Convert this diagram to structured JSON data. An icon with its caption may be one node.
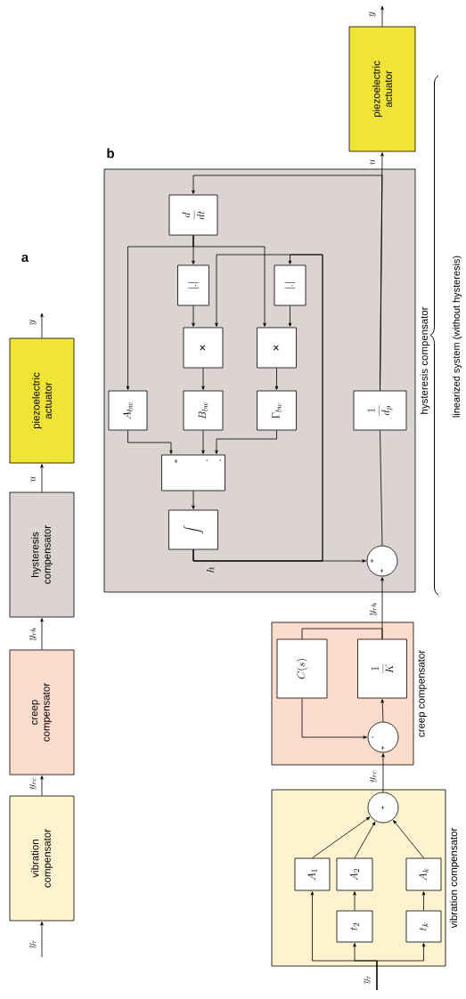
{
  "diagram": {
    "nodes": [
      {
        "text": [
          "vibration compensator"
        ]
      },
      {
        "text": [
          "creep compensator"
        ]
      },
      {
        "text": [
          "hysteresis compensator"
        ]
      },
      {
        "text": [
          "piezoelectric actuator"
        ]
      },
      {
        "text": [
          "hysteresis compensator"
        ]
      },
      {
        "text": [
          "\\frac{d}{dt}"
        ],
        "in": 4
      },
      {
        "text": [
          "|.|"
        ],
        "in": 4
      },
      {
        "text": [
          "|.|"
        ],
        "in": 4
      },
      {
        "text": [
          "×"
        ],
        "in": 4
      },
      {
        "text": [
          "×"
        ],
        "in": 4
      },
      {
        "text": [
          "A_{bw}"
        ],
        "in": 4
      },
      {
        "text": [
          "B_{bw}"
        ],
        "in": 4
      },
      {
        "text": [
          "\\Gamma_{bw}"
        ],
        "in": 4
      },
      {
        "text": [
          "+",
          "-",
          "-"
        ],
        "in": 4
      },
      {
        "text": [
          "\\int"
        ],
        "in": 4
      },
      {
        "text": [
          "\\frac{1}{d_p}"
        ],
        "in": 4
      },
      {
        "text": [
          "+",
          "+"
        ],
        "in": 4
      },
      {
        "text": [
          "piezoelectric actuator"
        ]
      },
      {
        "text": [
          "creep compensator"
        ]
      },
      {
        "text": [
          "C(s)"
        ],
        "in": 18
      },
      {
        "text": [
          "\\frac{1}{K}"
        ],
        "in": 18
      },
      {
        "text": [
          "-",
          "+"
        ],
        "in": 18
      },
      {
        "text": [
          "vibration compensator"
        ]
      },
      {
        "text": [
          "A_1"
        ],
        "in": 22
      },
      {
        "text": [
          "A_2"
        ],
        "in": 22
      },
      {
        "text": [
          "A_k"
        ],
        "in": 22
      },
      {
        "text": [
          "t_2"
        ],
        "in": 22
      },
      {
        "text": [
          "t_k"
        ],
        "in": 22
      },
      {
        "text": [
          "+"
        ],
        "in": 22
      }
    ],
    "edges": [
      {
        "from": null,
        "to": 0,
        "arrow": "to",
        "label": "y_r"
      },
      {
        "from": 0,
        "to": 1,
        "arrow": "to",
        "label": "y_{rc}"
      },
      {
        "from": 1,
        "to": 2,
        "arrow": "to",
        "label": "y_{rh}"
      },
      {
        "from": 2,
        "to": 3,
        "arrow": "to",
        "label": "u"
      },
      {
        "from": 3,
        "to": null,
        "arrow": "to",
        "label": "y"
      },
      {
        "from": null,
        "to": 23,
        "arrow": "to",
        "label": "y_r"
      },
      {
        "from": null,
        "to": 26,
        "arrow": "to"
      },
      {
        "from": null,
        "to": 27,
        "arrow": "to"
      },
      {
        "from": 26,
        "to": 24,
        "arrow": "to"
      },
      {
        "from": 27,
        "to": 25,
        "arrow": "to"
      },
      {
        "from": 23,
        "to": 28,
        "arrow": "to"
      },
      {
        "from": 24,
        "to": 28,
        "arrow": "to"
      },
      {
        "from": 25,
        "to": 28,
        "arrow": "to"
      },
      {
        "from": 28,
        "to": 21,
        "arrow": "to",
        "label": "y_{rc}"
      },
      {
        "from": 21,
        "to": 20,
        "arrow": "to"
      },
      {
        "from": 20,
        "to": 19,
        "arrow": "none"
      },
      {
        "from": 19,
        "to": 21,
        "arrow": "to"
      },
      {
        "from": 20,
        "to": 16,
        "arrow": "to",
        "label": "y_{rh}"
      },
      {
        "from": 16,
        "to": 15,
        "arrow": "none"
      },
      {
        "from": 15,
        "to": 17,
        "arrow": "to",
        "label": "u"
      },
      {
        "from": 17,
        "to": null,
        "arrow": "to",
        "label": "y"
      },
      {
        "from": 15,
        "to": 5,
        "arrow": "to"
      },
      {
        "from": 5,
        "to": 6,
        "arrow": "to"
      },
      {
        "from": 5,
        "to": 10,
        "arrow": "to"
      },
      {
        "from": 5,
        "to": 9,
        "arrow": "to"
      },
      {
        "from": 6,
        "to": 8,
        "arrow": "to"
      },
      {
        "from": 7,
        "to": 9,
        "arrow": "to"
      },
      {
        "from": 8,
        "to": 11,
        "arrow": "to"
      },
      {
        "from": 9,
        "to": 12,
        "arrow": "to"
      },
      {
        "from": 14,
        "to": 8,
        "arrow": "to"
      },
      {
        "from": 14,
        "to": 7,
        "arrow": "to"
      },
      {
        "from": 10,
        "to": 13,
        "arrow": "to"
      },
      {
        "from": 11,
        "to": 13,
        "arrow": "to"
      },
      {
        "from": 12,
        "to": 13,
        "arrow": "to"
      },
      {
        "from": 13,
        "to": 14,
        "arrow": "to"
      },
      {
        "from": 14,
        "to": 16,
        "arrow": "to",
        "label": "h"
      }
    ],
    "labels": [
      "a",
      "b",
      "linearized system (without hysteresis)"
    ]
  }
}
